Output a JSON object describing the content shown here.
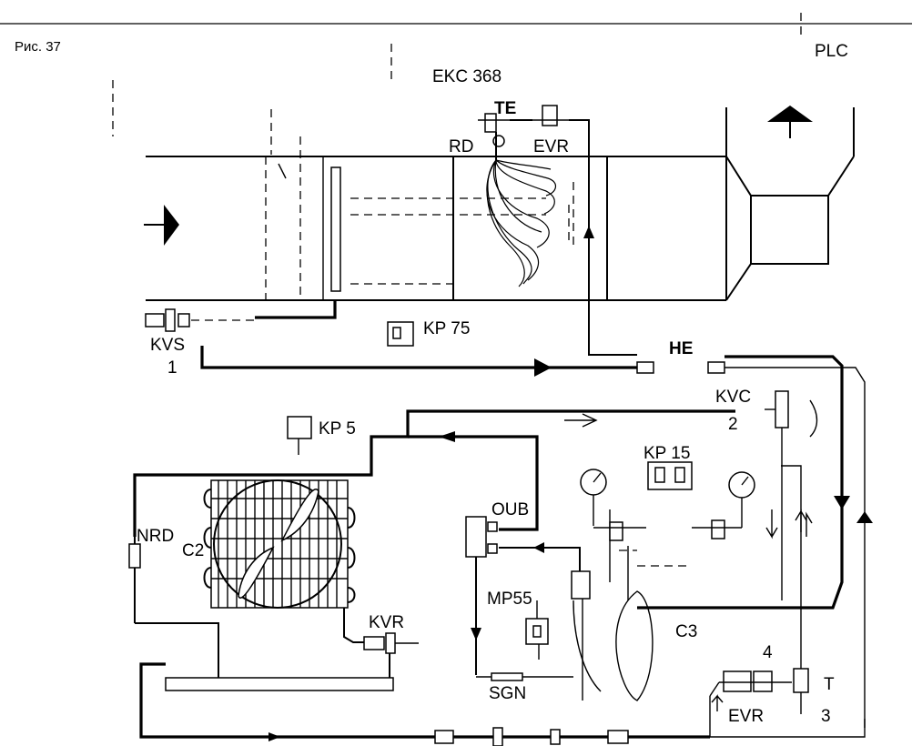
{
  "figure_label": "Рис. 37",
  "labels": {
    "plc": "PLC",
    "ekc": "EKC 368",
    "te_top": "TE",
    "rd": "RD",
    "evr_top": "EVR",
    "kvs": "KVS",
    "num1": "1",
    "kp75": "KP 75",
    "he": "HE",
    "kvc": "KVC",
    "num2": "2",
    "kp5": "KP 5",
    "kp15": "KP 15",
    "oub": "OUB",
    "nrd": "NRD",
    "c2": "C2",
    "mp55": "MP55",
    "kvr": "KVR",
    "c3": "C3",
    "num4": "4",
    "t_bottom": "T",
    "sgn": "SGN",
    "evr_bottom": "EVR",
    "num3": "3"
  }
}
